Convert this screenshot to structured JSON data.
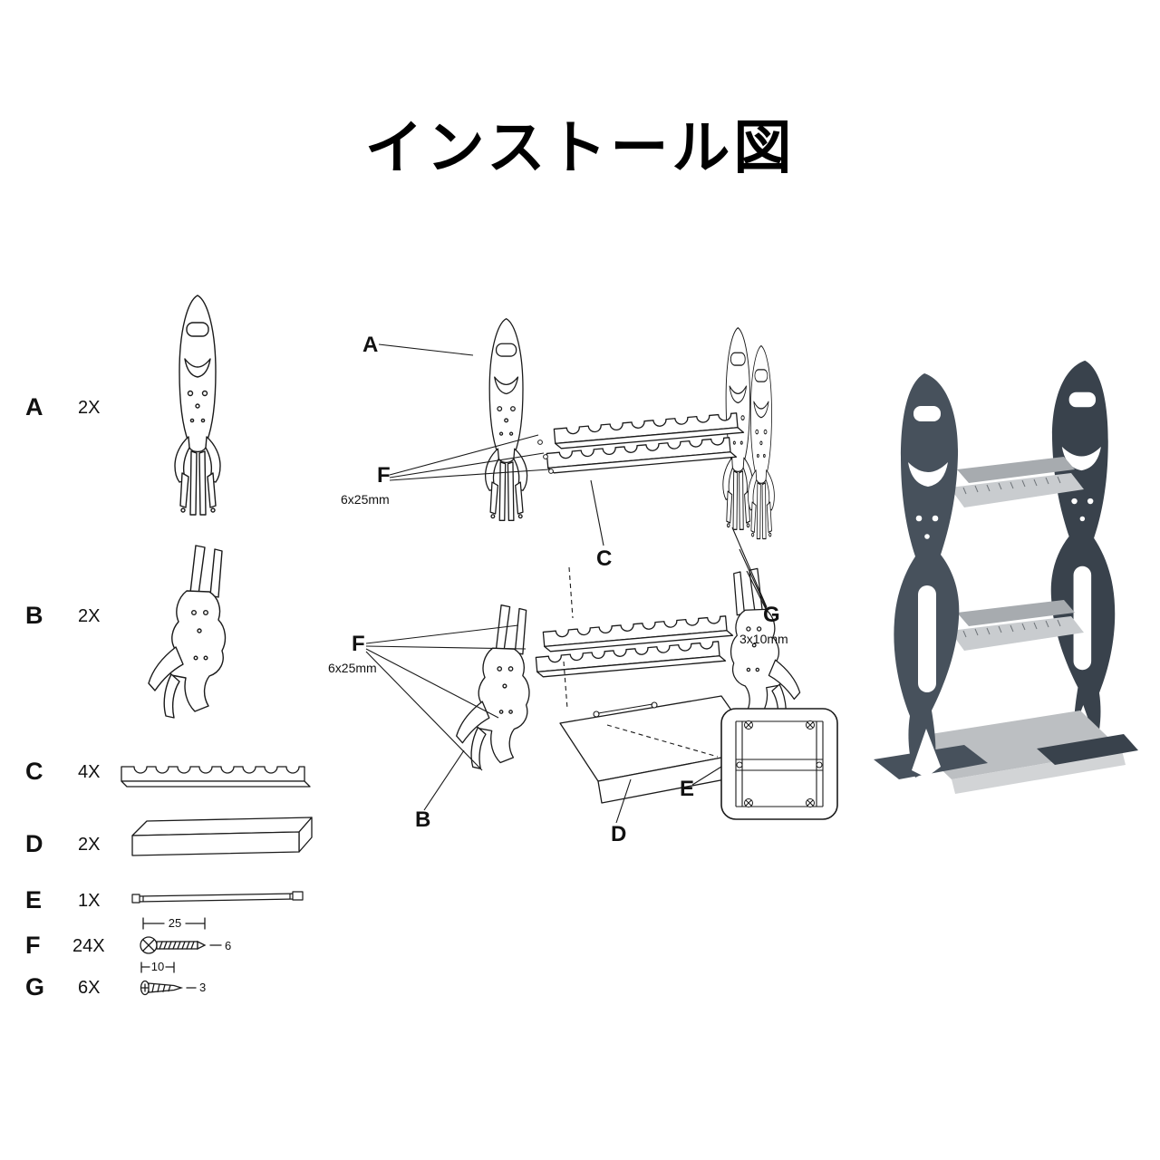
{
  "title": "インストール図",
  "parts": [
    {
      "id": "A",
      "qty": "2X"
    },
    {
      "id": "B",
      "qty": "2X"
    },
    {
      "id": "C",
      "qty": "4X"
    },
    {
      "id": "D",
      "qty": "2X"
    },
    {
      "id": "E",
      "qty": "1X"
    },
    {
      "id": "F",
      "qty": "24X"
    },
    {
      "id": "G",
      "qty": "6X"
    }
  ],
  "screw_dims": {
    "f_length": "25",
    "f_head": "6",
    "g_length": "10",
    "g_head": "3"
  },
  "callouts": {
    "a": "A",
    "f1": "F",
    "f1_size": "6x25mm",
    "c": "C",
    "f2": "F",
    "f2_size": "6x25mm",
    "g": "G",
    "g_size": "3x10mm",
    "b": "B",
    "d": "D",
    "e": "E"
  },
  "colors": {
    "line": "#1a1a1a",
    "panel_front": "#47515c",
    "panel_back": "#39424c",
    "rail": "#c9cccf",
    "rail_shade": "#a7abaf",
    "base": "#bcbfc2",
    "base_front": "#d2d4d6"
  }
}
